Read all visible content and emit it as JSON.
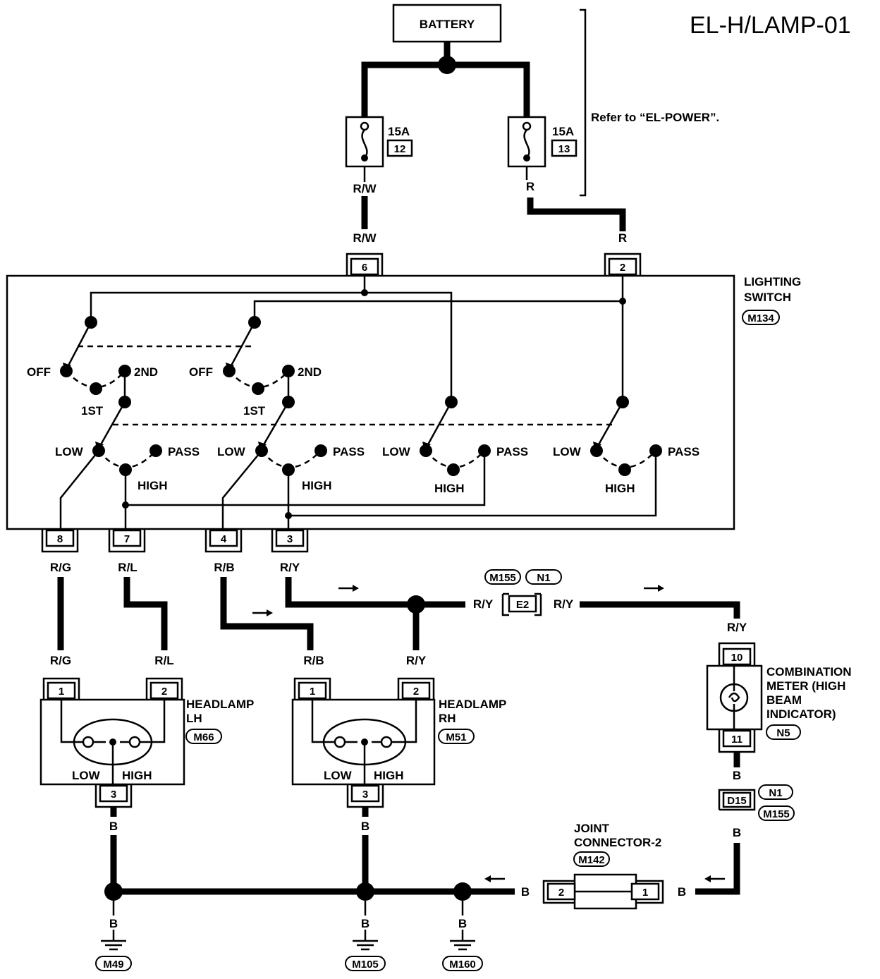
{
  "title": "EL-H/LAMP-01",
  "battery_label": "BATTERY",
  "refer_note": "Refer to “EL-POWER”.",
  "fuses": [
    {
      "amp": "15A",
      "number": "12"
    },
    {
      "amp": "15A",
      "number": "13"
    }
  ],
  "lighting_switch": {
    "name_line1": "LIGHTING",
    "name_line2": "SWITCH",
    "connector": "M134"
  },
  "switch_positions": {
    "off": "OFF",
    "first": "1ST",
    "second": "2ND",
    "low": "LOW",
    "high": "HIGH",
    "pass": "PASS"
  },
  "switch_pins": {
    "top_left": "6",
    "top_right": "2",
    "p8": "8",
    "p7": "7",
    "p4": "4",
    "p3": "3"
  },
  "wire_colors": {
    "rw": "R/W",
    "r": "R",
    "rg": "R/G",
    "rl": "R/L",
    "rb": "R/B",
    "ry": "R/Y",
    "b": "B"
  },
  "headlamp_lh": {
    "line1": "HEADLAMP",
    "line2": "LH",
    "connector": "M66",
    "pin1": "1",
    "pin2": "2",
    "pin3": "3",
    "low": "LOW",
    "high": "HIGH"
  },
  "headlamp_rh": {
    "line1": "HEADLAMP",
    "line2": "RH",
    "connector": "M51",
    "pin1": "1",
    "pin2": "2",
    "pin3": "3",
    "low": "LOW",
    "high": "HIGH"
  },
  "combination_meter": {
    "line1": "COMBINATION",
    "line2": "METER (HIGH",
    "line3": "BEAM",
    "line4": "INDICATOR)",
    "connector": "N5",
    "pin_top": "10",
    "pin_bottom": "11"
  },
  "inline_connectors": {
    "e2": "E2",
    "e2_tag1": "M155",
    "e2_tag2": "N1",
    "d15": "D15",
    "d15_tag1": "N1",
    "d15_tag2": "M155"
  },
  "joint_connector": {
    "line1": "JOINT",
    "line2": "CONNECTOR-2",
    "connector": "M142",
    "pin1": "1",
    "pin2": "2"
  },
  "grounds": [
    "M49",
    "M105",
    "M160"
  ]
}
